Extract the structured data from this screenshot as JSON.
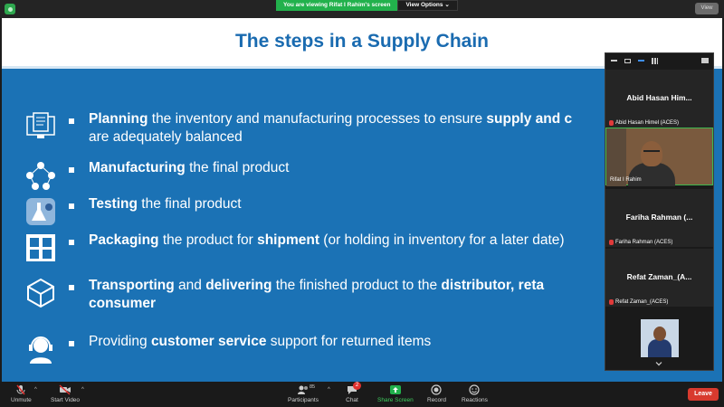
{
  "topbar": {
    "viewing_text": "You are viewing Rifat I Rahim's screen",
    "view_options_label": "View Options ⌄",
    "view_button_label": "View"
  },
  "slide": {
    "title": "The steps in a Supply Chain",
    "steps": [
      {
        "icon": "document-icon",
        "bold": "Planning",
        "text": " the inventory and manufacturing processes to ensure ",
        "bold2": "supply and c",
        "line2": "are adequately balanced"
      },
      {
        "icon": "network-icon",
        "bold": "Manufacturing",
        "text": " the final product"
      },
      {
        "icon": "flask-icon",
        "bold": "Testing",
        "text": " the final product"
      },
      {
        "icon": "package-icon",
        "bold": "Packaging",
        "text": " the product for ",
        "bold2": "shipment",
        "text2": " (or holding in inventory for a later date)"
      },
      {
        "icon": "box-icon",
        "bold": "Transporting",
        "text": " and ",
        "bold2": "delivering",
        "text2": " the finished product to the ",
        "bold3": "distributor, reta",
        "line2_bold": "consumer"
      },
      {
        "icon": "headset-icon",
        "pre": "Providing ",
        "bold": "customer service",
        "text": " support for returned items"
      }
    ]
  },
  "panel": {
    "tiles": [
      {
        "name": "Abid Hasan Him...",
        "label": "Abid Hasan Himel (ACES)"
      },
      {
        "name": "",
        "label": "Rifat I Rahim"
      },
      {
        "name": "Fariha Rahman (...",
        "label": "Fariha Rahman (ACES)"
      },
      {
        "name": "Refat Zaman_(A...",
        "label": "Refat Zaman_(ACES)"
      }
    ]
  },
  "toolbar": {
    "unmute": "Unmute",
    "start_video": "Start Video",
    "participants": "Participants",
    "participants_count": "85",
    "chat": "Chat",
    "chat_badge": "2",
    "share_screen": "Share Screen",
    "record": "Record",
    "reactions": "Reactions",
    "leave": "Leave"
  }
}
